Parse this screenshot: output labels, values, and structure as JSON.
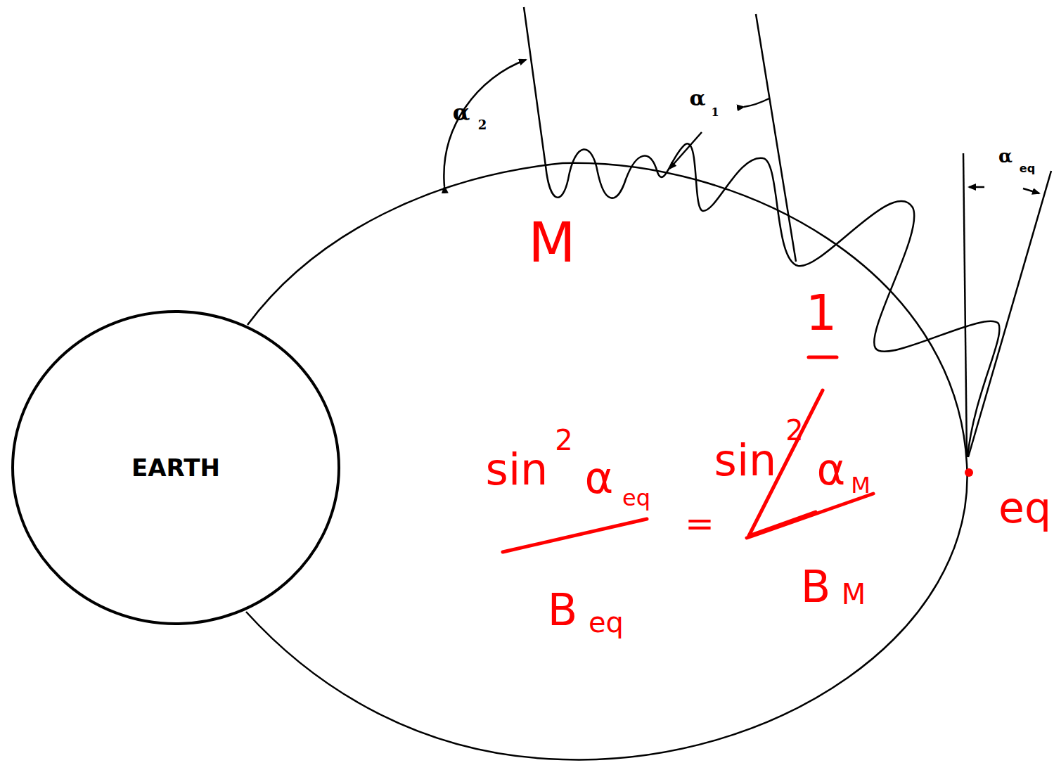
{
  "diagram": {
    "nodes": [
      {
        "text": [
          "EARTH"
        ]
      }
    ],
    "labels": [
      "α",
      "2",
      "α",
      "1",
      "α",
      "eq",
      "M",
      "1",
      "sin",
      "2",
      "α",
      "eq",
      "B",
      "eq",
      "=",
      "sin",
      "2",
      "α",
      "M",
      "B",
      "M",
      "eq"
    ]
  }
}
